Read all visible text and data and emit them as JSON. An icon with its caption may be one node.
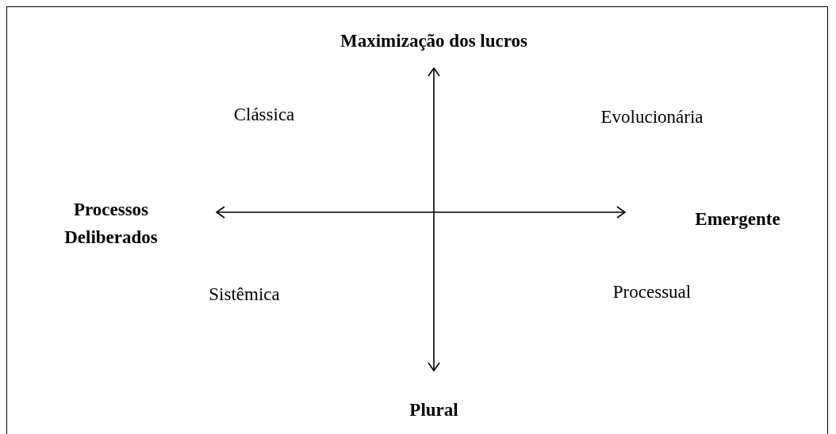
{
  "diagram": {
    "labels": [
      "Maximização dos lucros",
      "Clássica",
      "Evolucionária",
      "Processos Deliberados",
      "Emergente",
      "Sistêmica",
      "Processual",
      "Plural"
    ]
  }
}
